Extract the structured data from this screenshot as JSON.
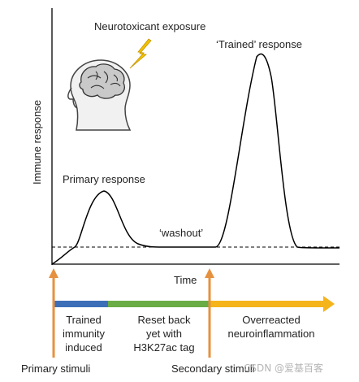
{
  "labels": {
    "neurotoxicant": "Neurotoxicant exposure",
    "trained_response": "‘Trained’ response",
    "primary_response": "Primary response",
    "washout": "‘washout’",
    "y_axis": "Immune response",
    "x_axis": "Time"
  },
  "timeline": {
    "segment1": [
      "Trained",
      "immunity",
      "induced"
    ],
    "segment2": [
      "Reset back",
      "yet with",
      "H3K27ac tag"
    ],
    "segment3": [
      "Overreacted",
      "neuroinflammation"
    ]
  },
  "stimuli": {
    "primary": "Primary stimuli",
    "secondary": "Secondary stimuli"
  },
  "watermark": "CSDN @爱基百客",
  "colors": {
    "segment1": "#3d6fb8",
    "segment2": "#6aac46",
    "segment3": "#f4b41a",
    "stimulus_arrow": "#e6913f",
    "lightning": "#f2c200"
  }
}
